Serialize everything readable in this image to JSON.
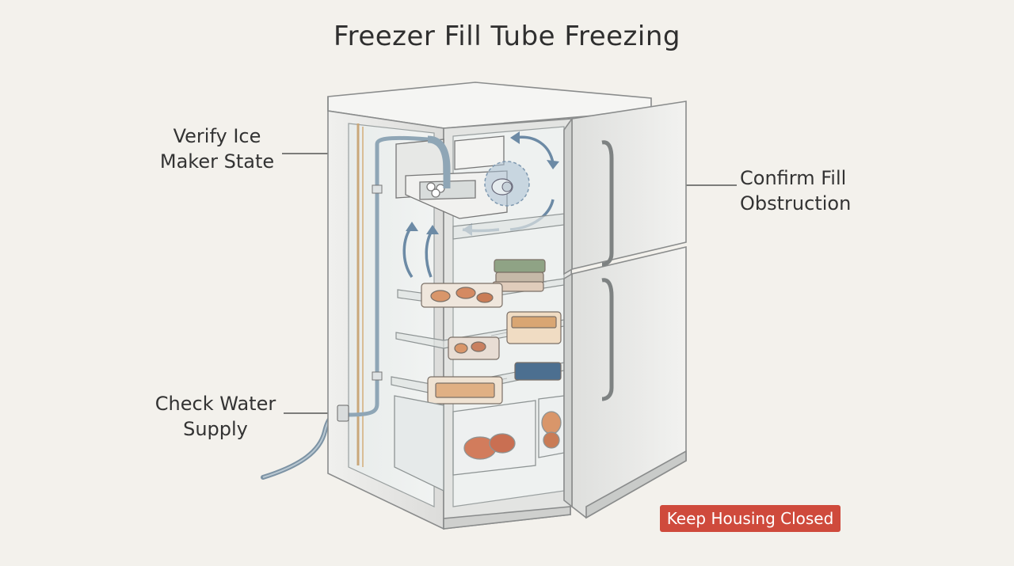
{
  "title": "Freezer Fill Tube Freezing",
  "callouts": {
    "ice_maker": [
      "Verify Ice",
      "Maker State"
    ],
    "fill_obstruction": [
      "Confirm Fill",
      "Obstruction"
    ],
    "water_supply": [
      "Check Water",
      "Supply"
    ]
  },
  "warning_badge": "Keep Housing Closed",
  "colors": {
    "background": "#f3f1ec",
    "badge": "#cf4a3c",
    "cabinet": "#e9e9e7",
    "tube": "#8fa6b6",
    "food_orange": "#d9966a",
    "arrow_blue": "#6c8aa5"
  }
}
